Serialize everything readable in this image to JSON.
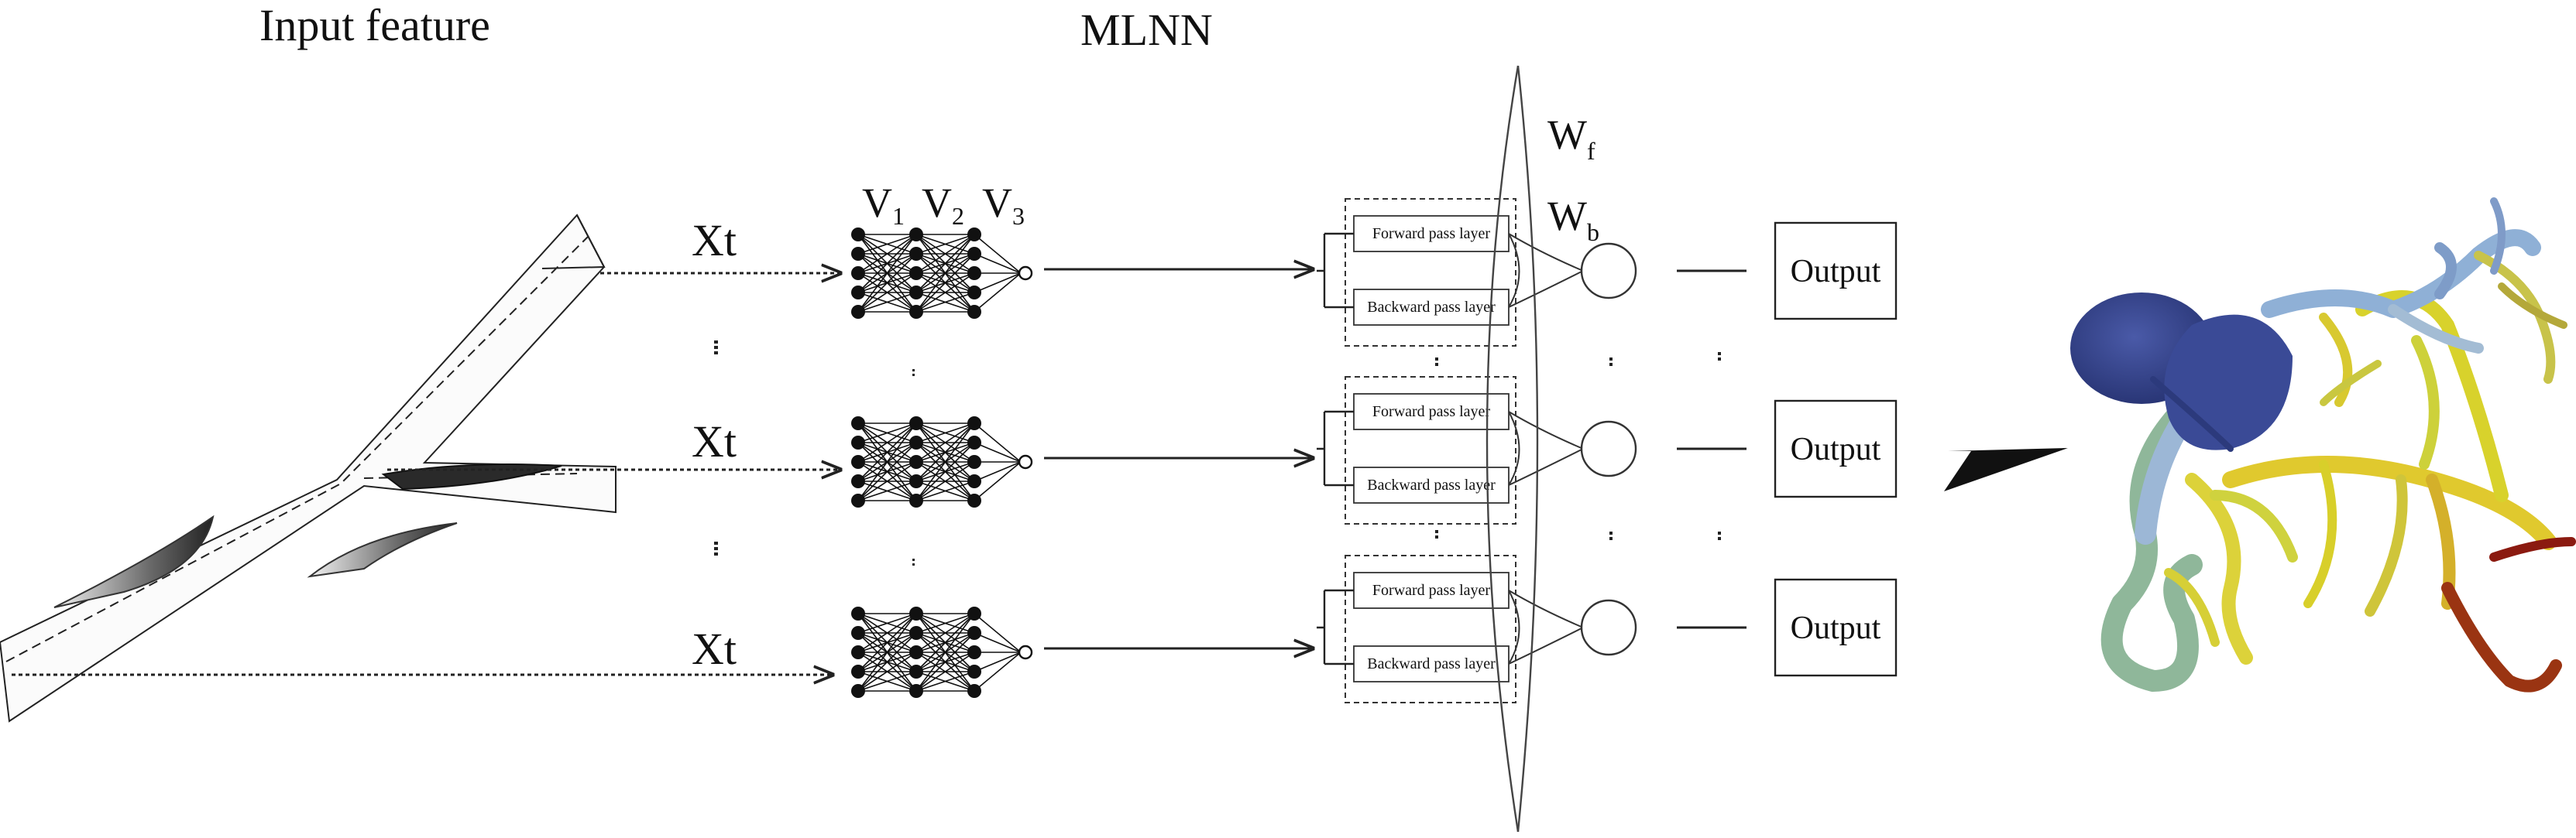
{
  "titles": {
    "input_feature": "Input feature",
    "mlnn": "MLNN"
  },
  "inputs": [
    "Xt",
    "Xt",
    "Xt"
  ],
  "layer_labels": {
    "v1": "V",
    "v1_sub": "1",
    "v2": "V",
    "v2_sub": "2",
    "v3": "V",
    "v3_sub": "3"
  },
  "weights": {
    "wf": "W",
    "wf_sub": "f",
    "wb": "W",
    "wb_sub": "b"
  },
  "bilstm_rows": [
    {
      "forward": "Forward pass layer",
      "backward": "Backward pass layer",
      "output": "Output"
    },
    {
      "forward": "Forward pass layer",
      "backward": "Backward pass layer",
      "output": "Output"
    },
    {
      "forward": "Forward pass layer",
      "backward": "Backward pass layer",
      "output": "Output"
    }
  ],
  "colors": {
    "line": "#222222",
    "vessel_shade": "#555555",
    "arrow": "#111111",
    "heart": "#2f3f86",
    "vessel_blue": "#8fb0d6",
    "vessel_yellow": "#d8cf2a",
    "vessel_green": "#9cc29a",
    "vessel_red": "#8b1a10"
  }
}
